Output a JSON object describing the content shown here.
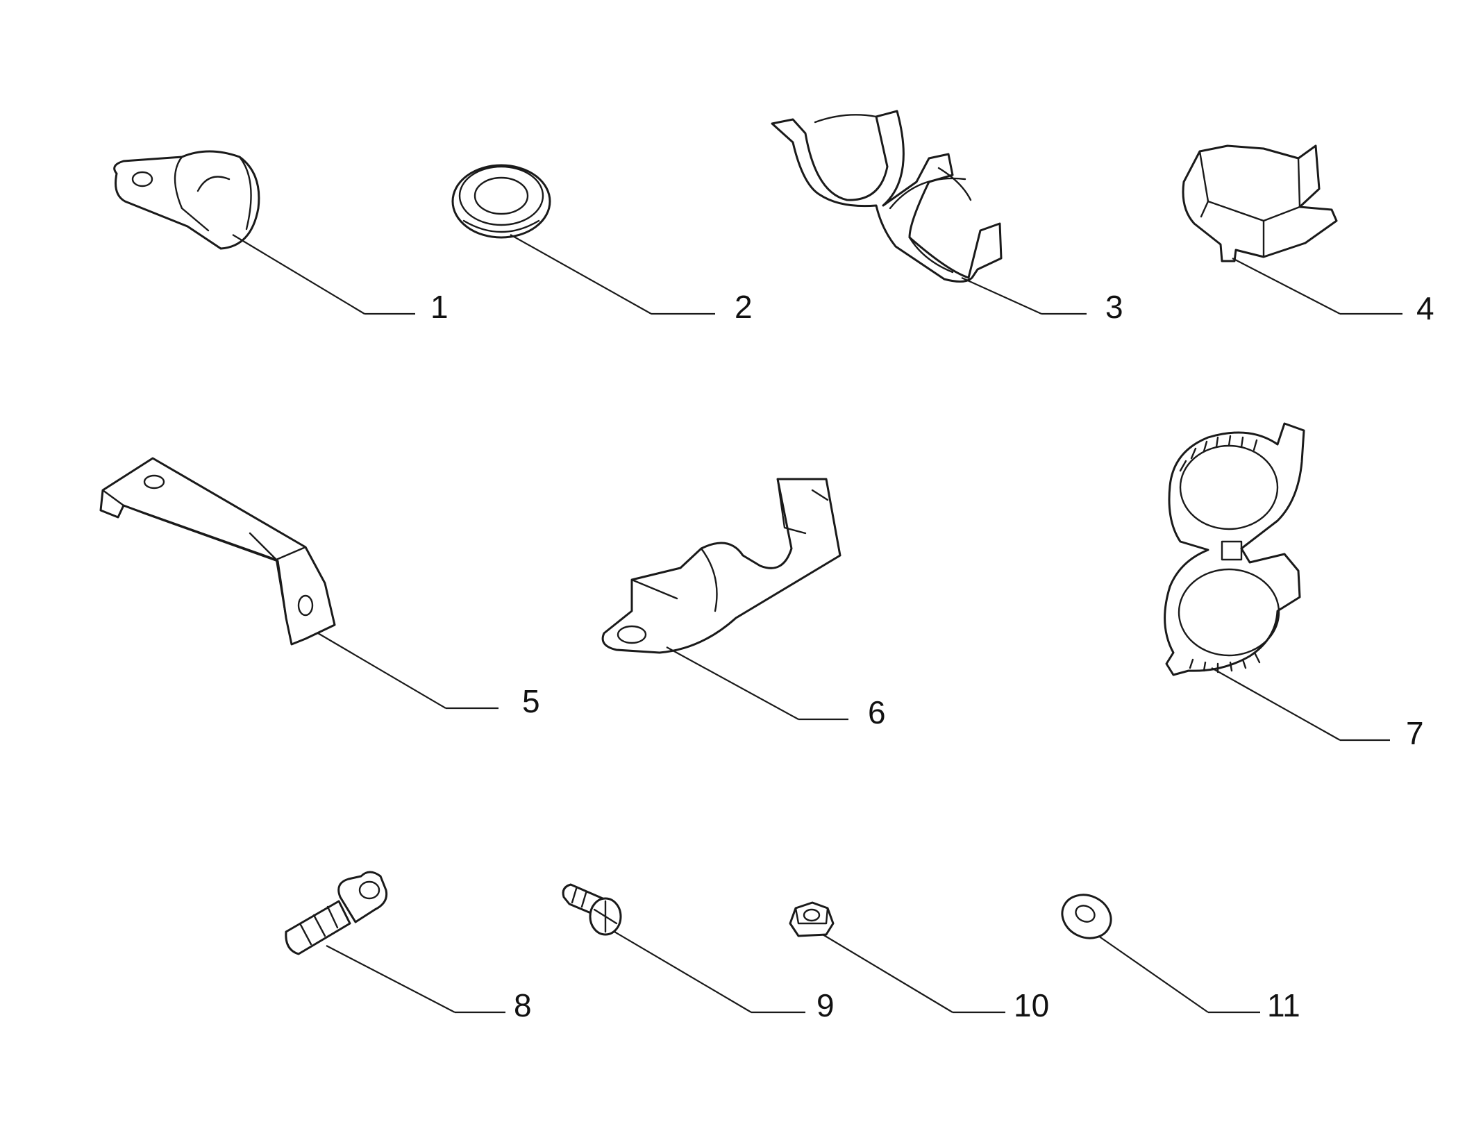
{
  "parts": [
    {
      "ref": "1"
    },
    {
      "ref": "2"
    },
    {
      "ref": "3"
    },
    {
      "ref": "4"
    },
    {
      "ref": "5"
    },
    {
      "ref": "6"
    },
    {
      "ref": "7"
    },
    {
      "ref": "8"
    },
    {
      "ref": "9"
    },
    {
      "ref": "10"
    },
    {
      "ref": "11"
    }
  ],
  "colors": {
    "line": "#1a1a1a",
    "background": "#ffffff"
  }
}
